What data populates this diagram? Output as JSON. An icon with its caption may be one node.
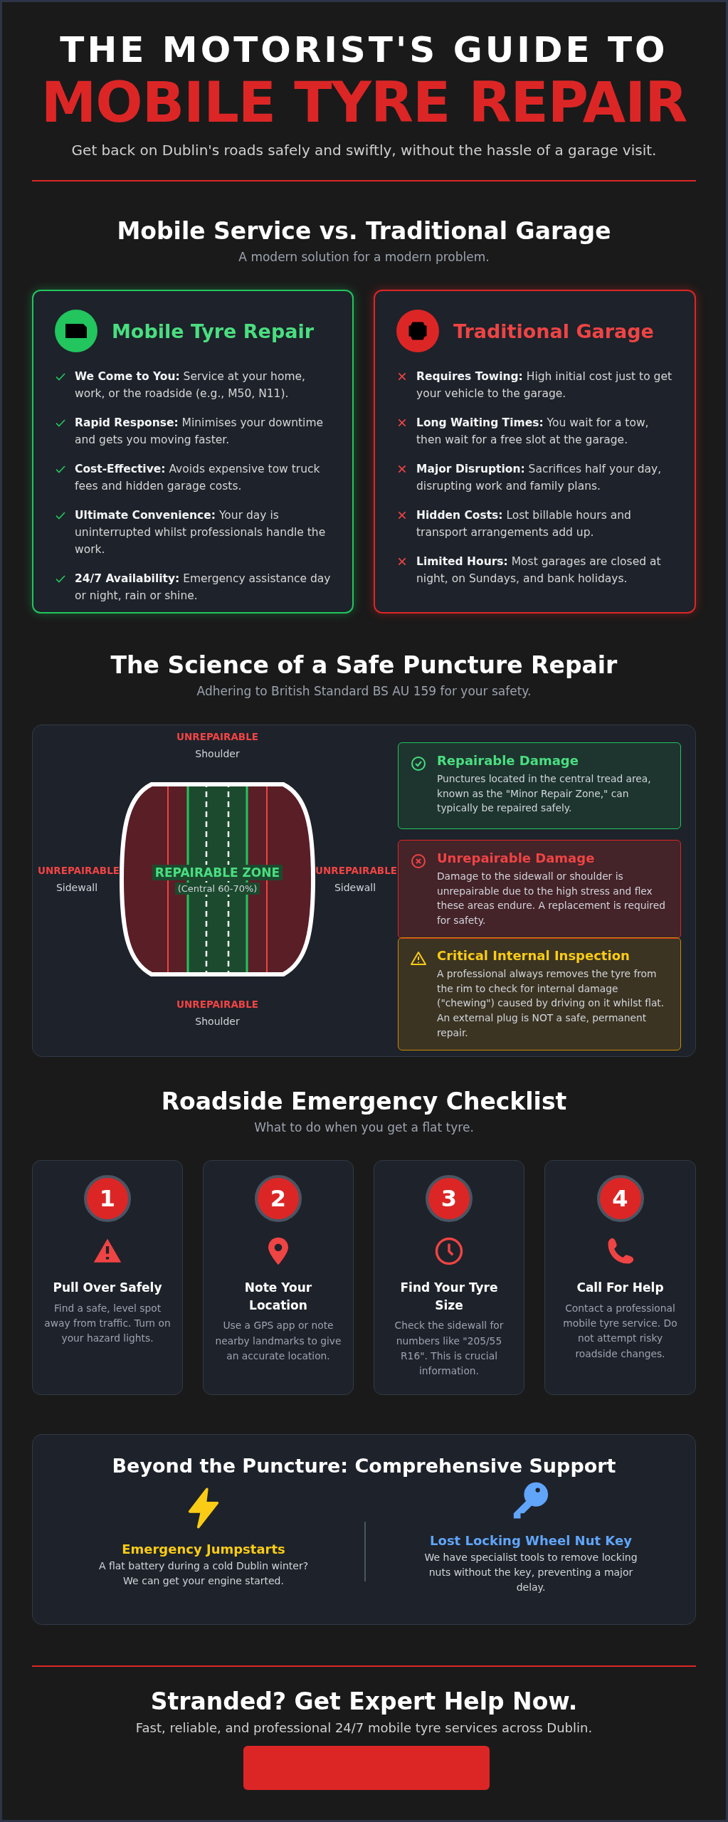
{
  "diagram": {
    "title": "THE MOTORIST'S GUIDE TO",
    "nodes": [
      {
        "text": [
          "Mobile Tyre Repair",
          "**We Come to You:** Service at your home, work, or the roadside (e.g., M50, N11).",
          "**Rapid Response:** Minimises your downtime and gets you moving faster.",
          "**Cost-Effective:** Avoids expensive tow truck fees and hidden garage costs.",
          "**Ultimate Convenience:** Your day is uninterrupted whilst professionals handle the work.",
          "**24/7 Availability:** Emergency assistance day or night, rain or shine."
        ]
      },
      {
        "text": [
          "Traditional Garage",
          "**Requires Towing:** High initial cost just to get your vehicle to the garage.",
          "**Long Waiting Times:** You wait for a tow, then wait for a free slot at the garage.",
          "**Major Disruption:** Sacrifices half your day, disrupting work and family plans.",
          "**Hidden Costs:** Lost billable hours and transport arrangements add up.",
          "**Limited Hours:** Most garages are closed at night, on Sundays, and bank holidays."
        ]
      },
      {
        "text": [
          "REPAIRABLE ZONE",
          "(Central 60-70%)"
        ]
      },
      {
        "text": [
          "Repairable Damage",
          "Punctures located in the central tread area, known as the \"Minor Repair Zone,\" can typically be repaired safely."
        ]
      },
      {
        "text": [
          "Unrepairable Damage",
          "Damage to the sidewall or shoulder is unrepairable due to the high stress and flex these areas endure. A replacement is required for safety."
        ]
      },
      {
        "text": [
          "Critical Internal Inspection",
          "A professional always removes the tyre from the rim to check for internal damage (\"chewing\") caused by driving on it whilst flat. An external plug is NOT a safe, permanent repair."
        ]
      },
      {
        "text": [
          "1",
          "Pull Over Safely",
          "Find a safe, level spot away from traffic. Turn on your hazard lights."
        ]
      },
      {
        "text": [
          "2",
          "Note Your Location",
          "Use a GPS app or note nearby landmarks to give an accurate location."
        ]
      },
      {
        "text": [
          "3",
          "Find Your Tyre Size",
          "Check the sidewall for numbers like \"205/55 R16\". This is crucial information."
        ]
      },
      {
        "text": [
          "4",
          "Call For Help",
          "Contact a professional mobile tyre service. Do not attempt risky roadside changes."
        ]
      },
      {
        "text": [
          "Beyond the Puncture: Comprehensive Support"
        ]
      },
      {
        "text": [
          "Emergency Jumpstarts",
          "A flat battery during a cold Dublin winter? We can get your engine started."
        ],
        "in": 10
      },
      {
        "text": [
          "Lost Locking Wheel Nut Key",
          "We have specialist tools to remove locking nuts without the key, preventing a major delay."
        ],
        "in": 10
      },
      {
        "text": [],
        "shape": "box"
      }
    ],
    "labels": [
      "MOBILE TYRE REPAIR",
      "Get back on Dublin's roads safely and swiftly, without the hassle of a garage visit.",
      "Mobile Service vs. Traditional Garage",
      "A modern solution for a modern problem.",
      "The Science of a Safe Puncture Repair",
      "Adhering to British Standard BS AU 159 for your safety.",
      "UNREPAIRABLE",
      "Shoulder",
      "UNREPAIRABLE",
      "Sidewall",
      "UNREPAIRABLE",
      "Sidewall",
      "UNREPAIRABLE",
      "Shoulder",
      "Roadside Emergency Checklist",
      "What to do when you get a flat tyre.",
      "Stranded? Get Expert Help Now.",
      "Fast, reliable, and professional 24/7 mobile tyre services across Dublin."
    ]
  }
}
